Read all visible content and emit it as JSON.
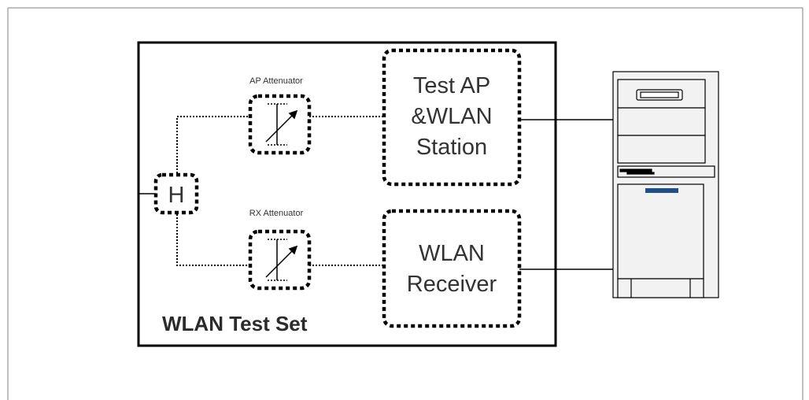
{
  "diagram": {
    "test_set_label": "WLAN Test Set",
    "ap_attenuator_label": "AP Attenuator",
    "rx_attenuator_label": "RX Attenuator",
    "hybrid_label": "H",
    "test_ap_lines": [
      "Test AP",
      "&WLAN",
      "Station"
    ],
    "receiver_lines": [
      "WLAN",
      "Receiver"
    ]
  },
  "colors": {
    "line": "#000000",
    "frame": "#808080",
    "pc_body": "#f2f2f2",
    "pc_slot": "#1f4e8c"
  },
  "icons": {
    "attenuator": "variable-attenuator-icon",
    "pc": "desktop-tower-pc-icon"
  }
}
